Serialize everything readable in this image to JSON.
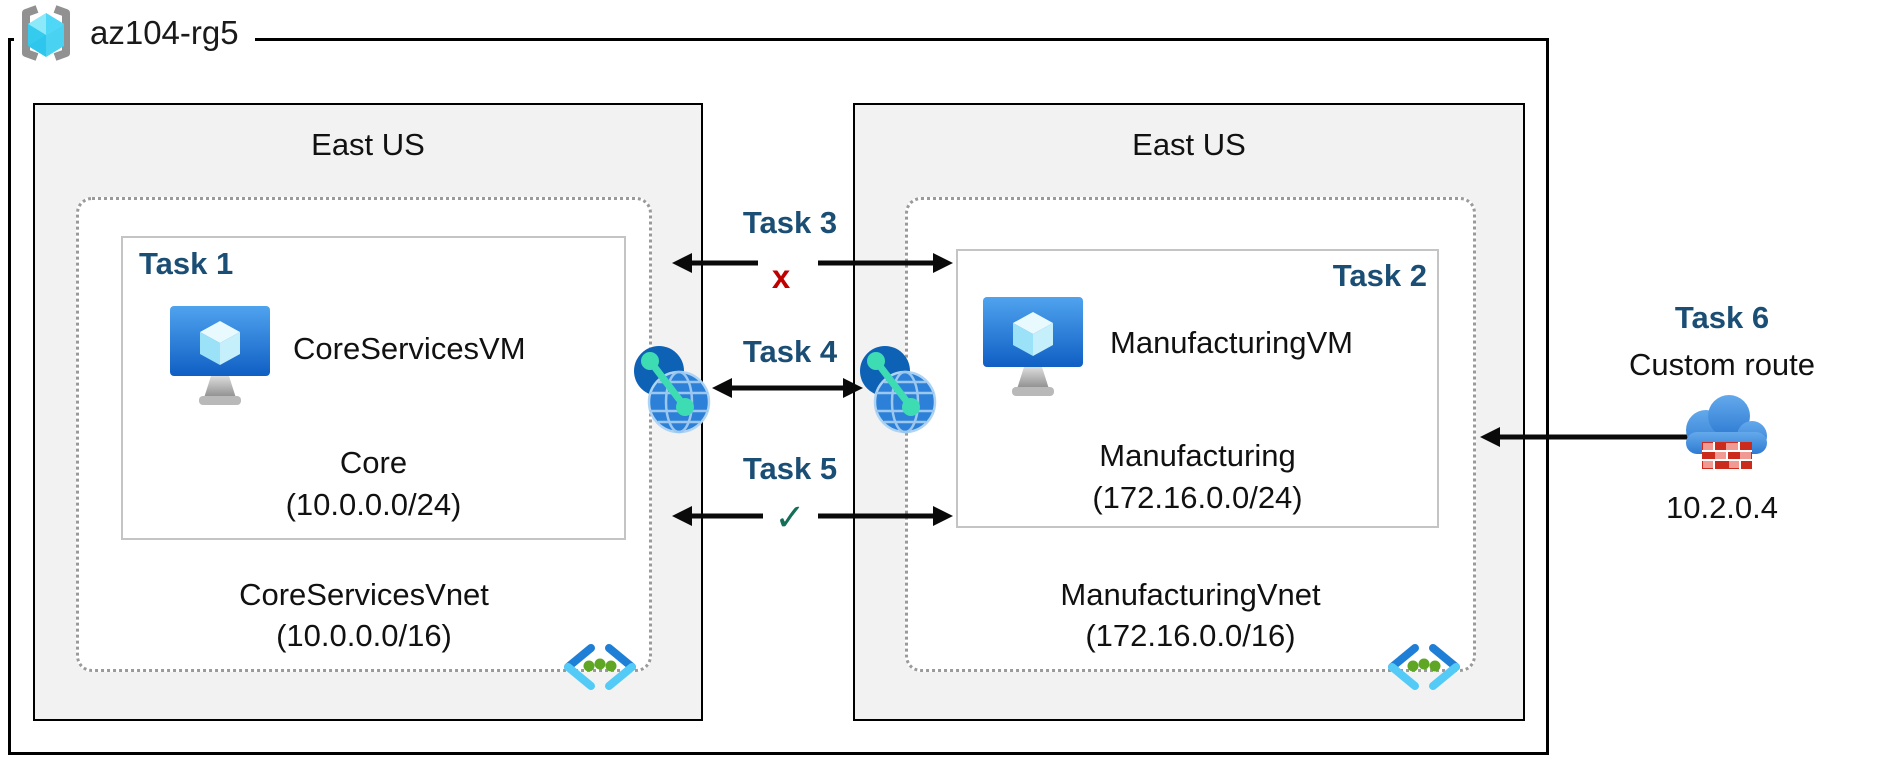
{
  "resource_group": {
    "label": "az104-rg5"
  },
  "left_region": {
    "title": "East US",
    "task_label": "Task 1",
    "vm_name": "CoreServicesVM",
    "subnet_name": "Core",
    "subnet_cidr": "(10.0.0.0/24)",
    "vnet_name": "CoreServicesVnet",
    "vnet_cidr": "(10.0.0.0/16)"
  },
  "right_region": {
    "title": "East US",
    "task_label": "Task 2",
    "vm_name": "ManufacturingVM",
    "subnet_name": "Manufacturing",
    "subnet_cidr": "(172.16.0.0/24)",
    "vnet_name": "ManufacturingVnet",
    "vnet_cidr": "(172.16.0.0/16)"
  },
  "connections": {
    "task3": {
      "label": "Task 3",
      "mark": "x",
      "status": "blocked"
    },
    "task4": {
      "label": "Task 4"
    },
    "task5": {
      "label": "Task 5",
      "mark": "✓",
      "status": "allowed"
    }
  },
  "custom_route": {
    "task_label": "Task 6",
    "name": "Custom route",
    "ip": "10.2.0.4"
  },
  "icons": {
    "resource_group": "bracketed-cube-icon",
    "virtual_machine": "monitor-cube-icon",
    "virtual_network": "chevron-dots-icon",
    "vnet_peering": "linked-globes-icon",
    "custom_route": "cloud-firewall-icon"
  },
  "colors": {
    "task_label": "#1B4E74",
    "blocked": "#C00000",
    "allowed": "#156E58",
    "region_fill": "#F2F2F2"
  }
}
